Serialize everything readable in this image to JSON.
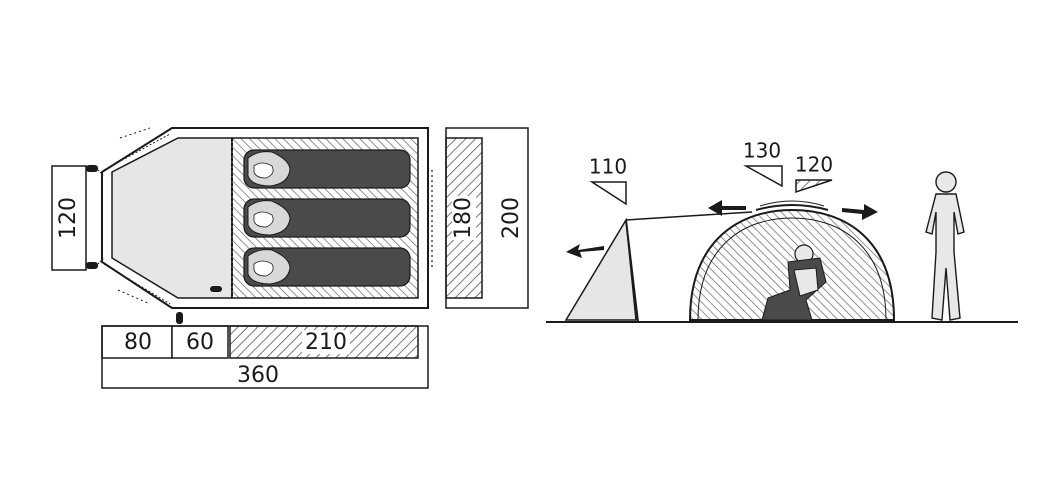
{
  "floor_plan": {
    "width_labels": {
      "vestibule": "80",
      "entry": "60",
      "sleeping": "210",
      "total": "360"
    },
    "depth_labels": {
      "vestibule": "120",
      "inner": "180",
      "total": "200"
    },
    "sleeping_bags": 3
  },
  "side_view": {
    "height_labels": {
      "front": "110",
      "top": "130",
      "rear": "120"
    }
  },
  "colors": {
    "outline": "#1a1a1a",
    "fly_fill": "#e6e6e6",
    "hatch": "#555555",
    "bag_fill": "#4a4a4a",
    "person_fill": "#e8e8e8"
  }
}
